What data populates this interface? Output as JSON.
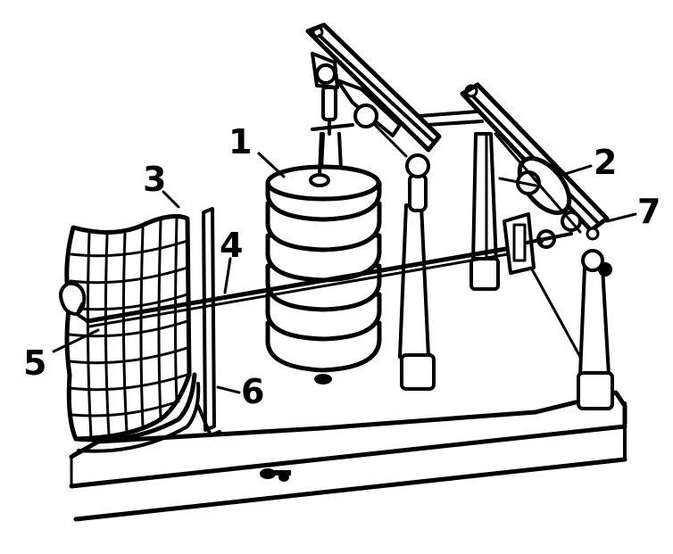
{
  "diagram": {
    "labels": [
      {
        "id": "1",
        "text": "1"
      },
      {
        "id": "2",
        "text": "2"
      },
      {
        "id": "3",
        "text": "3"
      },
      {
        "id": "4",
        "text": "4"
      },
      {
        "id": "5",
        "text": "5"
      },
      {
        "id": "6",
        "text": "6"
      },
      {
        "id": "7",
        "text": "7"
      }
    ],
    "ink_color": "#000000",
    "background": "#ffffff"
  }
}
